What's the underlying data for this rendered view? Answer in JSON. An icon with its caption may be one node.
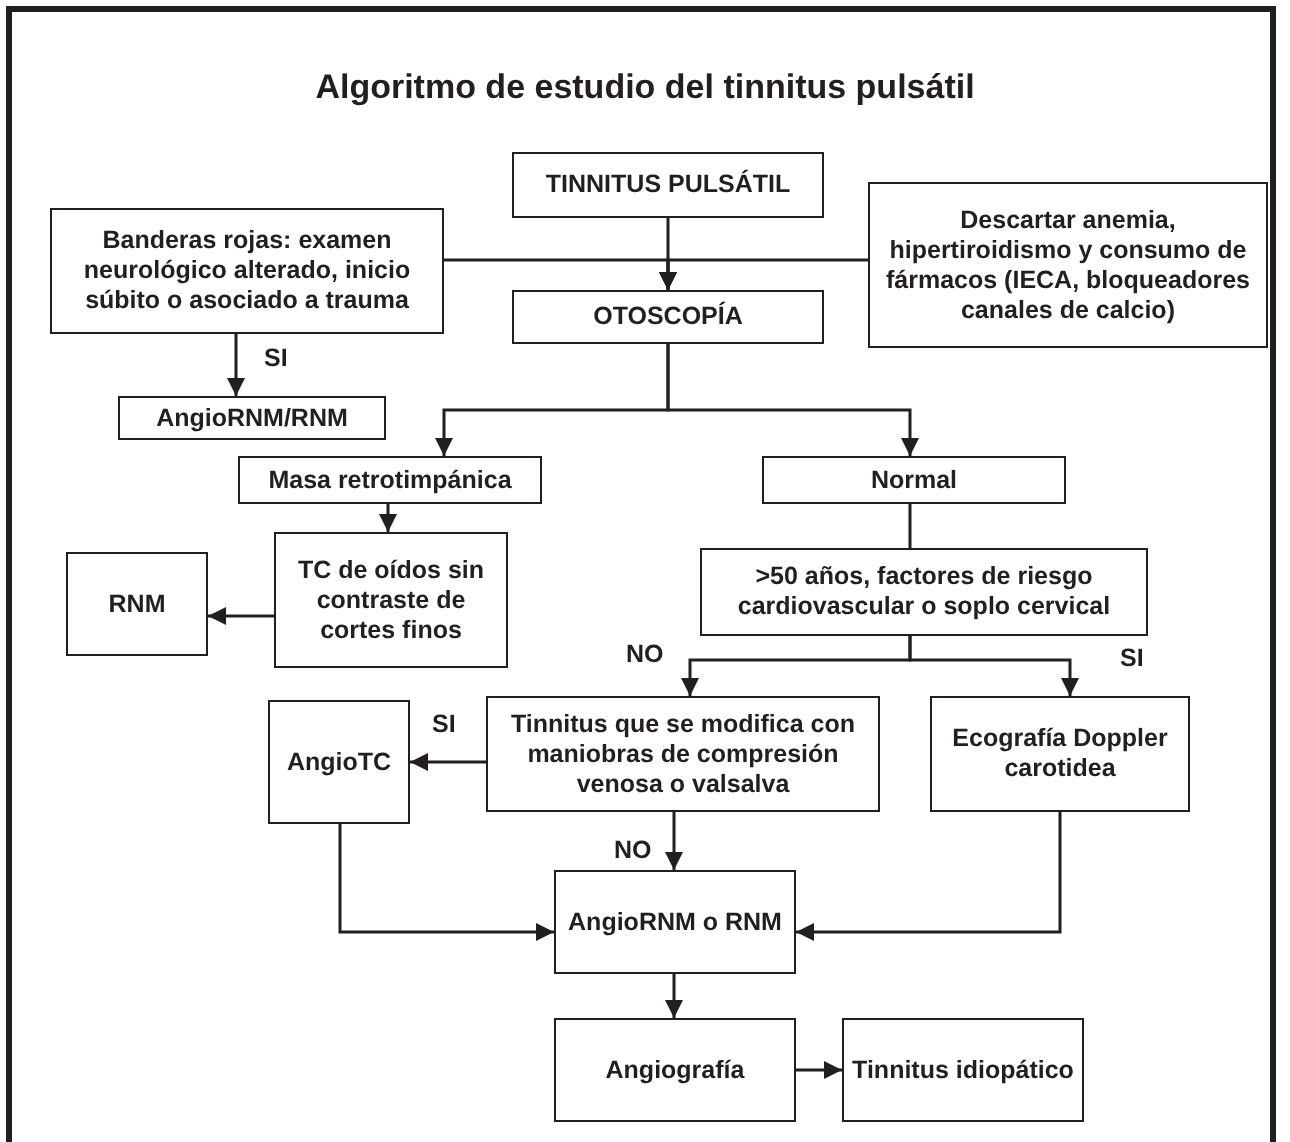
{
  "diagram": {
    "title": "Algoritmo de estudio del tinnitus pulsátil",
    "nodes": [
      {
        "text": [
          "TINNITUS PULSÁTIL"
        ]
      },
      {
        "text": [
          "Banderas rojas: examen neurológico alterado, inicio súbito o asociado a trauma"
        ]
      },
      {
        "text": [
          "Descartar anemia, hipertiroidismo y consumo de fármacos (IECA, bloqueadores canales de calcio)"
        ]
      },
      {
        "text": [
          "OTOSCOPÍA"
        ]
      },
      {
        "text": [
          "AngioRNM/RNM"
        ]
      },
      {
        "text": [
          "Masa retrotimpánica"
        ]
      },
      {
        "text": [
          "Normal"
        ]
      },
      {
        "text": [
          "TC de oídos sin contraste de cortes finos"
        ]
      },
      {
        "text": [
          "RNM"
        ]
      },
      {
        "text": [
          ">50 años, factores de riesgo cardiovascular o soplo cervical"
        ]
      },
      {
        "text": [
          "AngioTC"
        ]
      },
      {
        "text": [
          "Tinnitus que se modifica con maniobras de compresión venosa o valsalva"
        ]
      },
      {
        "text": [
          "Ecografía Doppler carotidea"
        ]
      },
      {
        "text": [
          "AngioRNM o RNM"
        ]
      },
      {
        "text": [
          "Angiografía"
        ]
      },
      {
        "text": [
          "Tinnitus idiopático"
        ]
      }
    ],
    "edges": [
      {
        "from": 0,
        "to": 3,
        "arrow": "to"
      },
      {
        "from": 1,
        "to": 3,
        "arrow": "to"
      },
      {
        "from": 2,
        "to": 3,
        "arrow": "to"
      },
      {
        "from": 1,
        "to": 4,
        "arrow": "to",
        "label": "SI"
      },
      {
        "from": 3,
        "to": 5,
        "arrow": "to"
      },
      {
        "from": 3,
        "to": 6,
        "arrow": "to"
      },
      {
        "from": 5,
        "to": 7,
        "arrow": "to"
      },
      {
        "from": 7,
        "to": 8,
        "arrow": "to"
      },
      {
        "from": 6,
        "to": 9,
        "arrow": "none"
      },
      {
        "from": 9,
        "to": 11,
        "arrow": "to",
        "label": "NO"
      },
      {
        "from": 9,
        "to": 12,
        "arrow": "to",
        "label": "SI"
      },
      {
        "from": 11,
        "to": 10,
        "arrow": "to",
        "label": "SI"
      },
      {
        "from": 11,
        "to": 13,
        "arrow": "to",
        "label": "NO"
      },
      {
        "from": 10,
        "to": 13,
        "arrow": "to"
      },
      {
        "from": 12,
        "to": 13,
        "arrow": "to"
      },
      {
        "from": 13,
        "to": 14,
        "arrow": "to"
      },
      {
        "from": 14,
        "to": 15,
        "arrow": "to"
      }
    ]
  }
}
